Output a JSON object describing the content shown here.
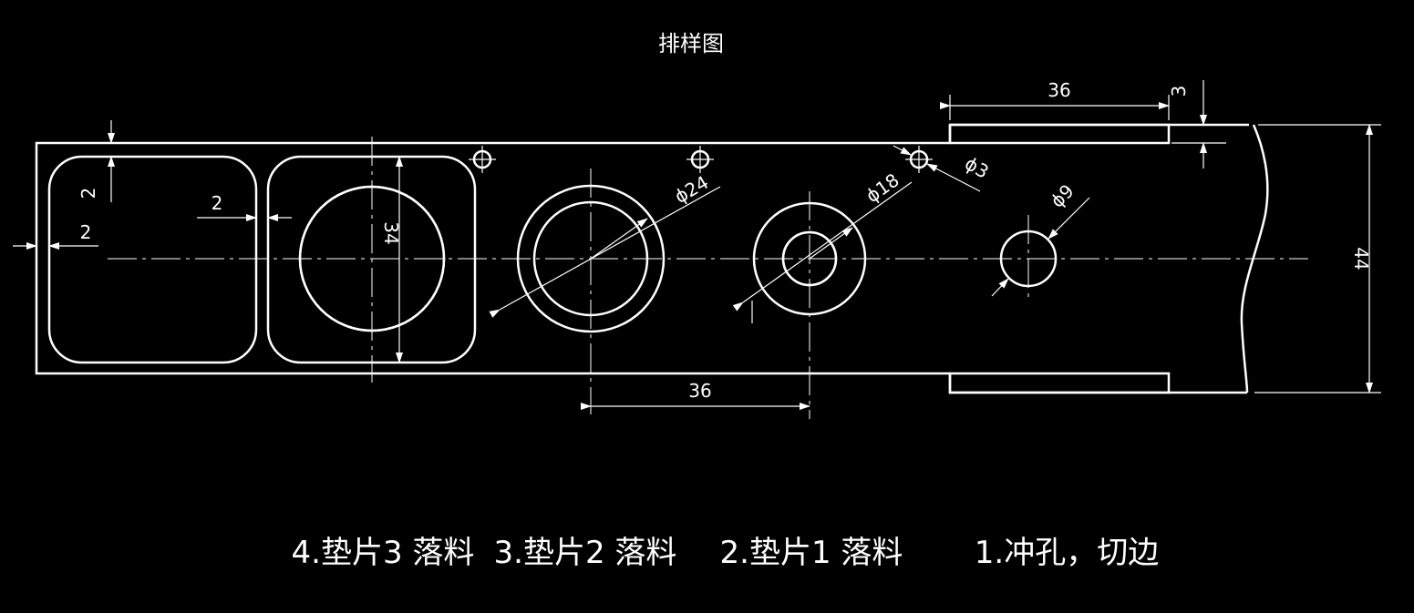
{
  "title": "排样图",
  "dimensions": {
    "pitch_top": "36",
    "strip_edge": "3",
    "edge_margin_vertical": "2",
    "web_between": "2",
    "edge_margin_left": "2",
    "part3_height": "34",
    "dia_24": "ϕ24",
    "dia_18": "ϕ18",
    "dia_3": "ϕ3",
    "dia_9": "ϕ9",
    "strip_width": "44",
    "pitch_bottom": "36"
  },
  "steps": [
    "4.垫片3 落料",
    "3.垫片2 落料",
    "2.垫片1 落料",
    "1.冲孔，切边"
  ]
}
